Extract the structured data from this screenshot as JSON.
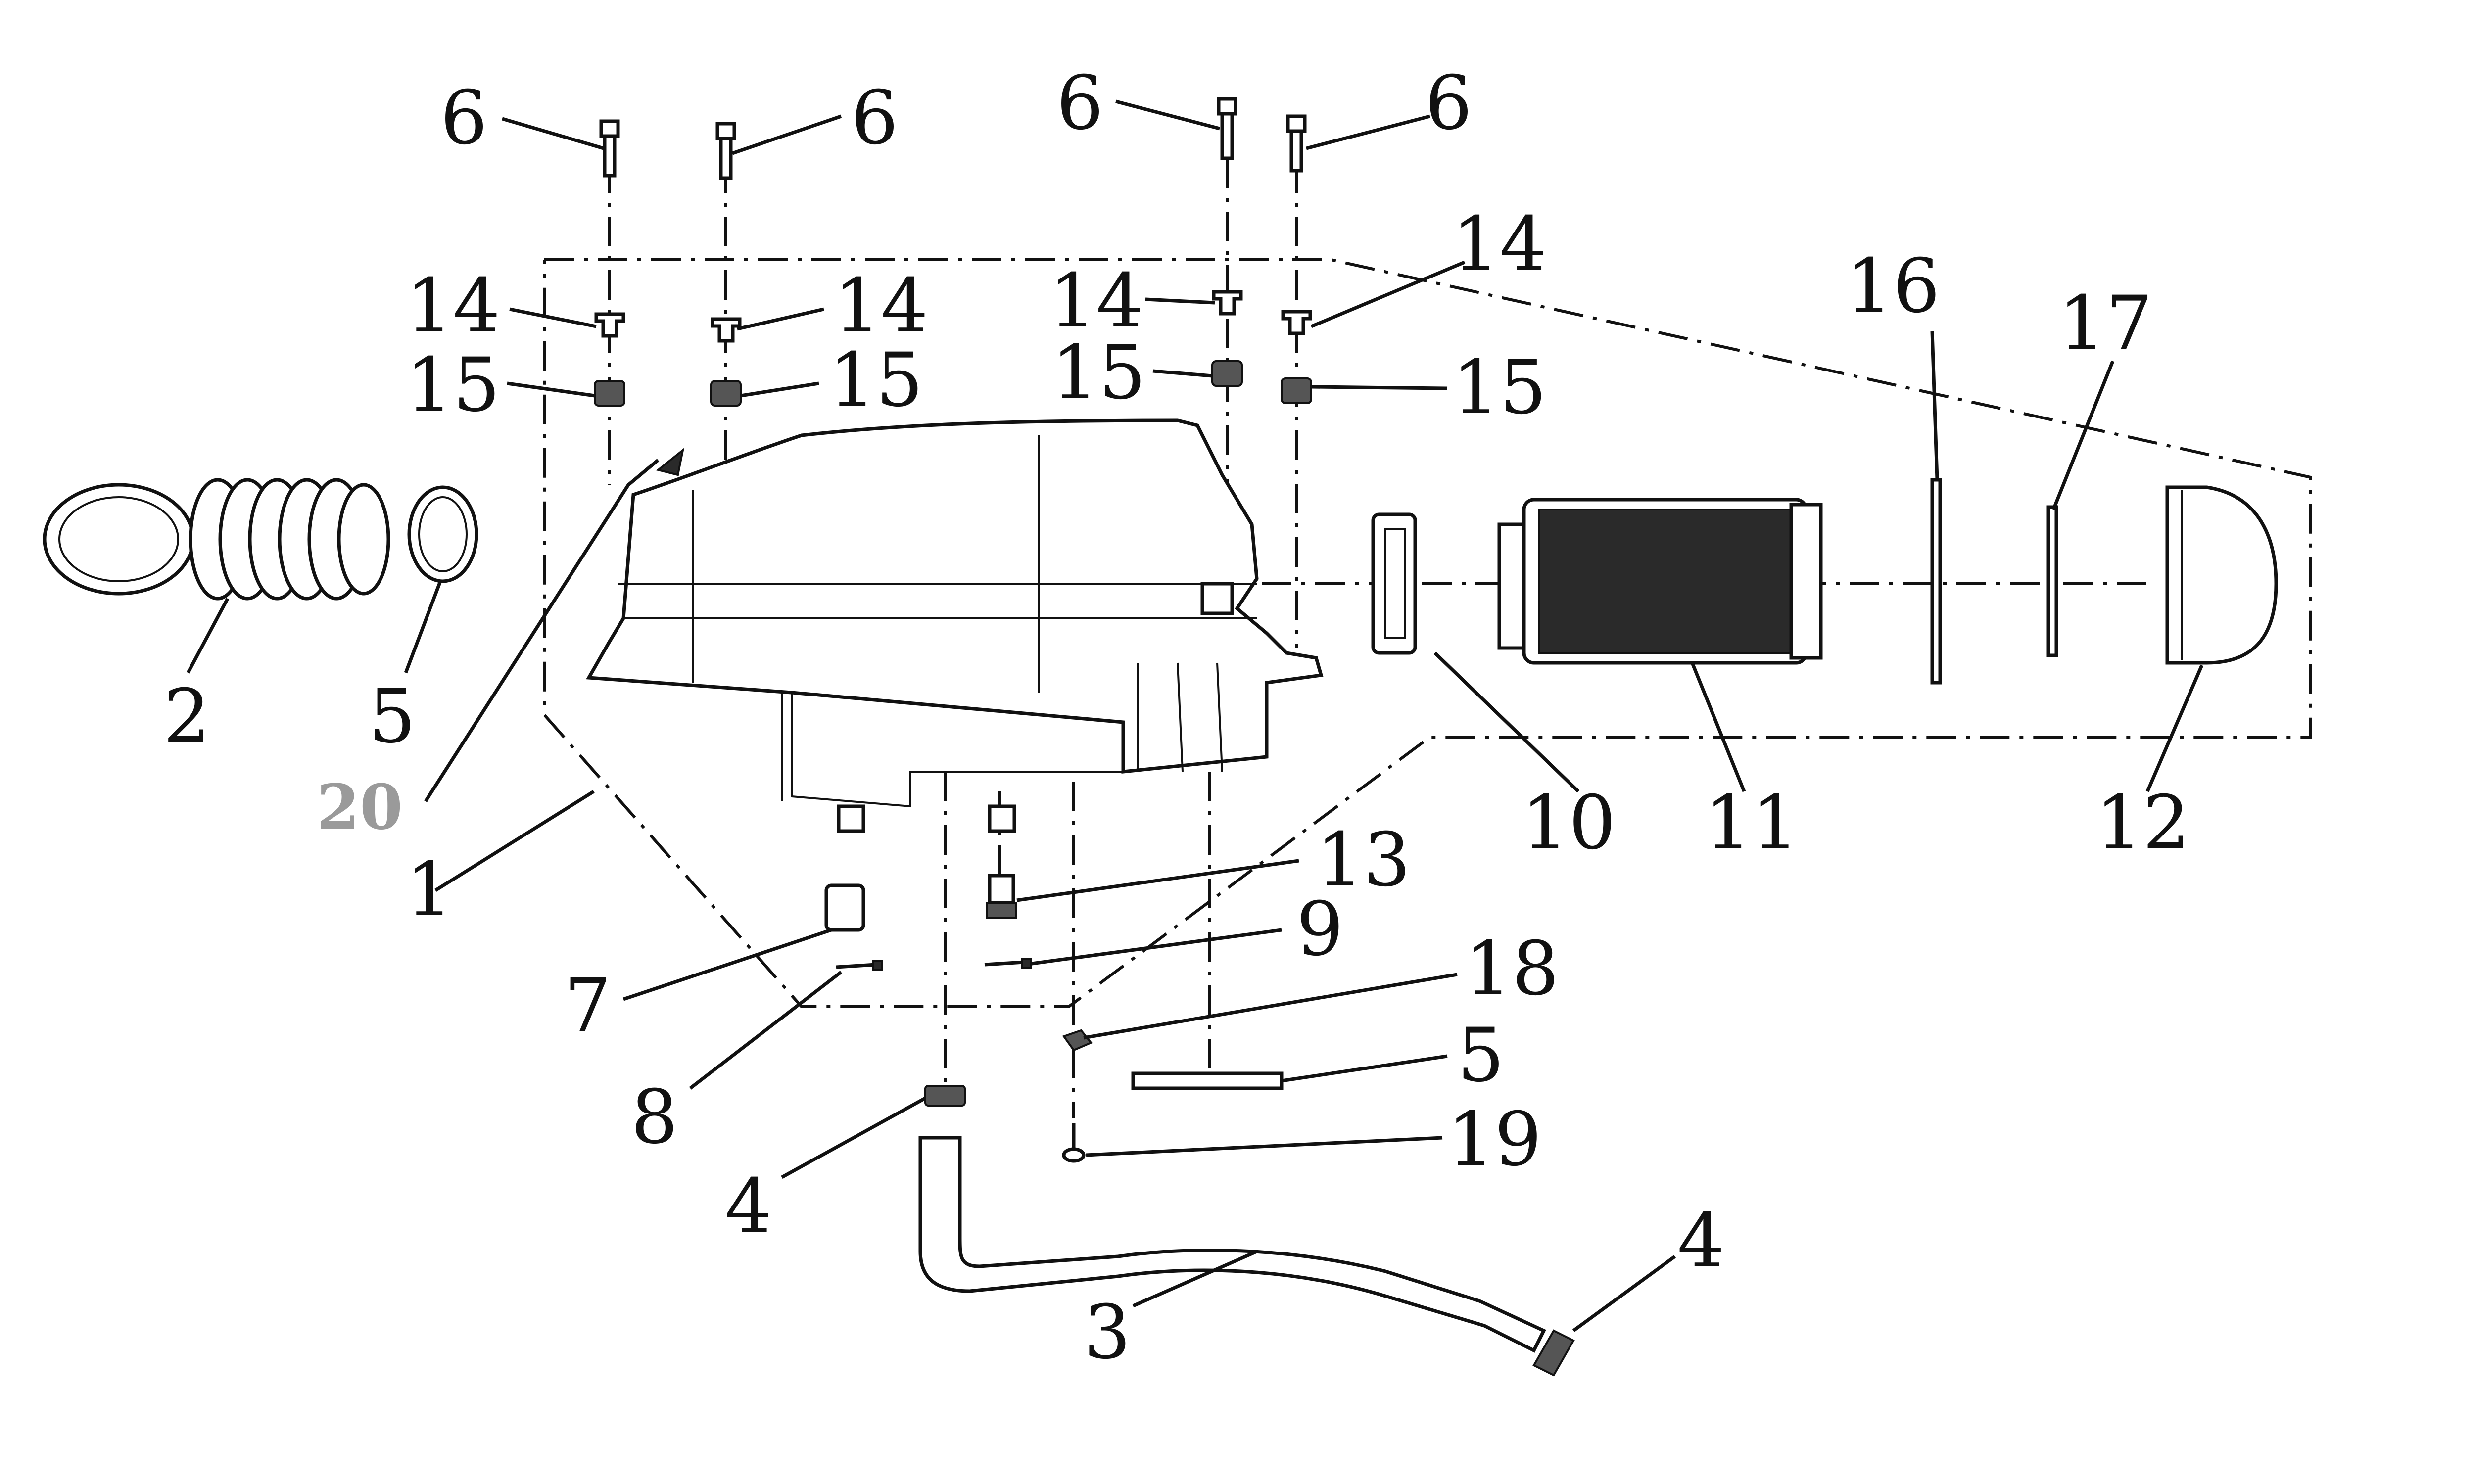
{
  "diagram": {
    "callouts": [
      {
        "id": "c1",
        "text": "1"
      },
      {
        "id": "c2",
        "text": "2"
      },
      {
        "id": "c3",
        "text": "3"
      },
      {
        "id": "c4a",
        "text": "4"
      },
      {
        "id": "c4b",
        "text": "4"
      },
      {
        "id": "c5a",
        "text": "5"
      },
      {
        "id": "c5b",
        "text": "5"
      },
      {
        "id": "c6a",
        "text": "6"
      },
      {
        "id": "c6b",
        "text": "6"
      },
      {
        "id": "c6c",
        "text": "6"
      },
      {
        "id": "c6d",
        "text": "6"
      },
      {
        "id": "c7",
        "text": "7"
      },
      {
        "id": "c8",
        "text": "8"
      },
      {
        "id": "c9",
        "text": "9"
      },
      {
        "id": "c10",
        "text": "10"
      },
      {
        "id": "c11",
        "text": "11"
      },
      {
        "id": "c12",
        "text": "12"
      },
      {
        "id": "c13",
        "text": "13"
      },
      {
        "id": "c14a",
        "text": "14"
      },
      {
        "id": "c14b",
        "text": "14"
      },
      {
        "id": "c14c",
        "text": "14"
      },
      {
        "id": "c14d",
        "text": "14"
      },
      {
        "id": "c15a",
        "text": "15"
      },
      {
        "id": "c15b",
        "text": "15"
      },
      {
        "id": "c15c",
        "text": "15"
      },
      {
        "id": "c15d",
        "text": "15"
      },
      {
        "id": "c16",
        "text": "16"
      },
      {
        "id": "c17",
        "text": "17"
      },
      {
        "id": "c18",
        "text": "18"
      },
      {
        "id": "c19",
        "text": "19"
      },
      {
        "id": "c20",
        "text": "20"
      }
    ]
  }
}
